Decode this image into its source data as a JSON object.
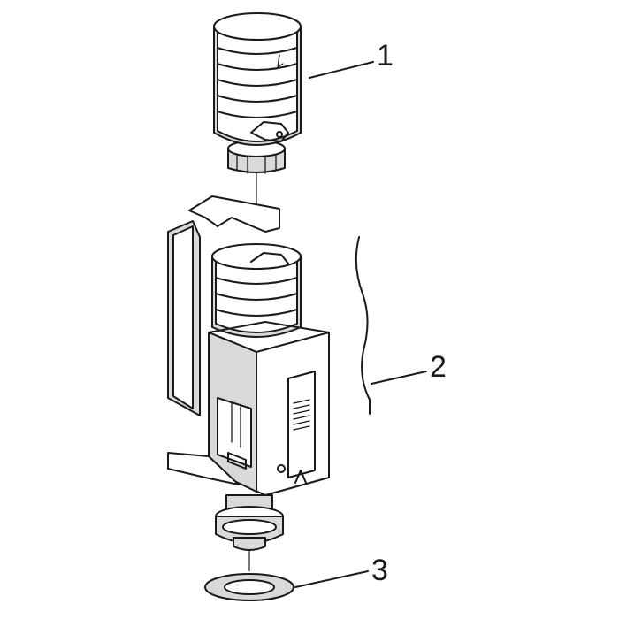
{
  "callouts": [
    {
      "label": "1"
    },
    {
      "label": "2"
    },
    {
      "label": "3"
    }
  ],
  "colors": {
    "line": "#1a1a1a",
    "shade": "#d9d9d9",
    "fill": "#ffffff"
  }
}
